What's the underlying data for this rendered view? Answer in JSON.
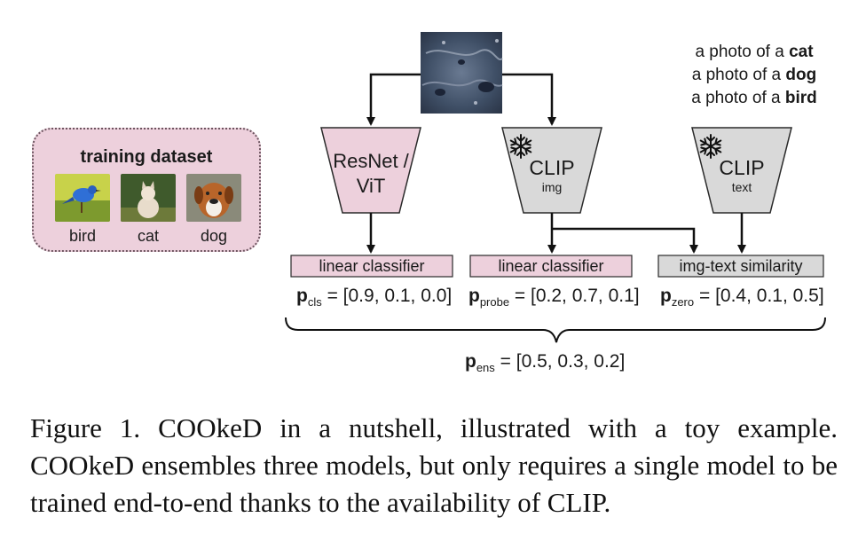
{
  "dataset": {
    "title": "training dataset",
    "classes": [
      "bird",
      "cat",
      "dog"
    ]
  },
  "models": {
    "resnet": {
      "line1": "ResNet /",
      "line2": "ViT"
    },
    "clip_img": {
      "name": "CLIP",
      "sub": "img"
    },
    "clip_text": {
      "name": "CLIP",
      "sub": "text"
    }
  },
  "prompts": [
    {
      "prefix": "a photo of a ",
      "cls": "cat"
    },
    {
      "prefix": "a photo of a ",
      "cls": "dog"
    },
    {
      "prefix": "a photo of a ",
      "cls": "bird"
    }
  ],
  "heads": {
    "cls": "linear classifier",
    "probe": "linear classifier",
    "zero": "img-text similarity"
  },
  "outputs": {
    "cls": {
      "p": "p",
      "sub": "cls",
      "eq": "= [0.9, 0.1, 0.0]"
    },
    "probe": {
      "p": "p",
      "sub": "probe",
      "eq": "= [0.2, 0.7, 0.1]"
    },
    "zero": {
      "p": "p",
      "sub": "zero",
      "eq": "= [0.4, 0.1, 0.5]"
    },
    "ens": {
      "p": "p",
      "sub": "ens",
      "eq": "= [0.5, 0.3, 0.2]"
    }
  },
  "caption": "Figure 1.  COOkeD in a nutshell, illustrated with a toy example. COOkeD ensembles three models, but only requires a single model to be trained end-to-end thanks to the availability of CLIP.",
  "colors": {
    "pink": "#edd0dc",
    "gray": "#d9d9d9",
    "stroke": "#2a2a2a"
  },
  "icons": [
    "snowflake-icon"
  ]
}
